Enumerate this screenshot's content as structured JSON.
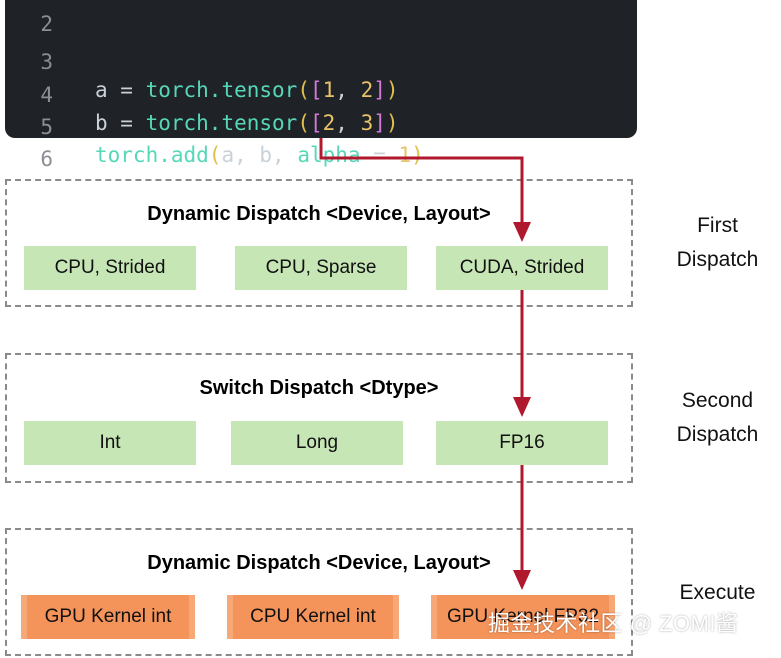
{
  "code": {
    "lines": [
      {
        "num": "2",
        "text": ""
      },
      {
        "num": "3",
        "tokens": {
          "a": "a",
          "eq": " = ",
          "fn": "torch.tensor",
          "open": "(",
          "lb": "[",
          "v1": "1",
          "comma": ", ",
          "v2": "2",
          "rb": "]",
          "close": ")"
        }
      },
      {
        "num": "4",
        "tokens": {
          "a": "b",
          "eq": " = ",
          "fn": "torch.tensor",
          "open": "(",
          "lb": "[",
          "v1": "2",
          "comma": ", ",
          "v2": "3",
          "rb": "]",
          "close": ")"
        }
      },
      {
        "num": "5",
        "tokens": {
          "fn": "torch.add",
          "open": "(",
          "args": "a, b, ",
          "kw": "alpha",
          "eq": " = ",
          "v": "1",
          "close": ")"
        }
      },
      {
        "num": "6",
        "text": ""
      }
    ]
  },
  "groups": [
    {
      "title": "Dynamic Dispatch <Device, Layout>",
      "boxes": [
        "CPU, Strided",
        "CPU, Sparse",
        "CUDA, Strided"
      ]
    },
    {
      "title": "Switch Dispatch <Dtype>",
      "boxes": [
        "Int",
        "Long",
        "FP16"
      ]
    },
    {
      "title": "Dynamic Dispatch <Device, Layout>",
      "boxes": [
        "GPU Kernel int",
        "CPU Kernel int",
        "GPU Kernel FP32"
      ]
    }
  ],
  "side_labels": [
    {
      "line1": "First",
      "line2": "Dispatch"
    },
    {
      "line1": "Second",
      "line2": "Dispatch"
    },
    {
      "line1": "Execute",
      "line2": ""
    }
  ],
  "colors": {
    "arrow": "#b0182e",
    "green_box": "#c6e6b5",
    "orange_box": "#f4935a",
    "code_bg": "#1f2328"
  },
  "watermark": "掘金技术社区 @ ZOMI酱"
}
